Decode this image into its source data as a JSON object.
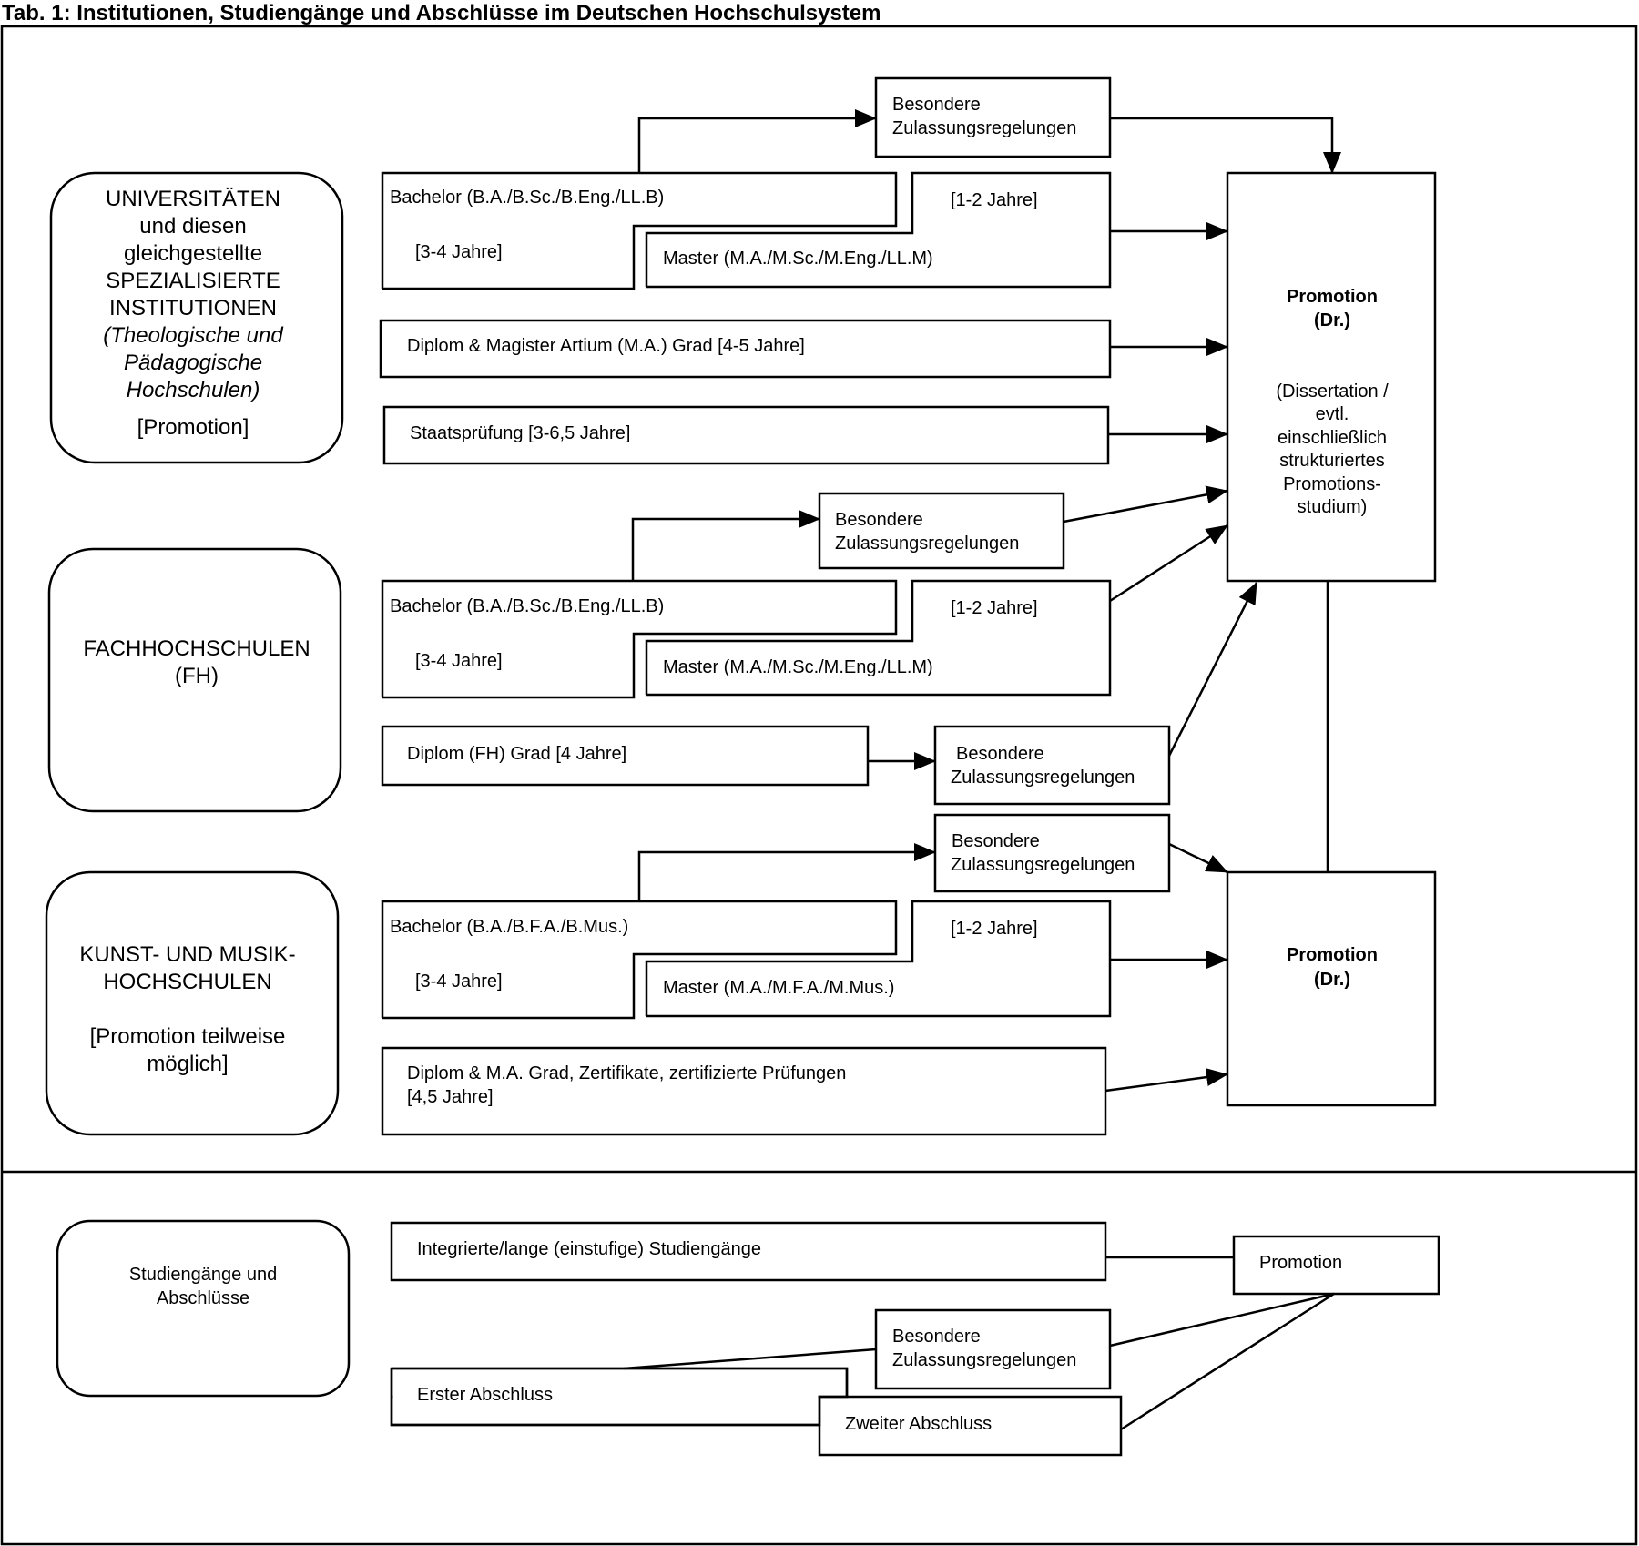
{
  "title": "Tab. 1: Institutionen, Studiengänge und Abschlüsse im Deutschen Hochschulsystem",
  "institutions": {
    "uni": {
      "line1": "UNIVERSITÄTEN",
      "line2": "und diesen",
      "line3": "gleichgestellte",
      "line4": "SPEZIALISIERTE",
      "line5": "INSTITUTIONEN",
      "line6": "(Theologische und",
      "line7": "Pädagogische",
      "line8": "Hochschulen)",
      "line9": "[Promotion]"
    },
    "fh": {
      "line1": "FACHHOCHSCHULEN",
      "line2": "(FH)"
    },
    "kunst": {
      "line1": "KUNST- UND MUSIK-",
      "line2": "HOCHSCHULEN",
      "line3": "[Promotion teilweise",
      "line4": "möglich]"
    },
    "legend": {
      "line1": "Studiengänge und",
      "line2": "Abschlüsse"
    }
  },
  "uni": {
    "bachelor": "Bachelor (B.A./B.Sc./B.Eng./LL.B)",
    "bachelor_years": "[3-4 Jahre]",
    "master_years": "[1-2 Jahre]",
    "master": "Master (M.A./M.Sc./M.Eng./LL.M)",
    "diplom": "Diplom & Magister Artium (M.A.) Grad [4-5 Jahre]",
    "staats": "Staatsprüfung [3-6,5 Jahre]",
    "special_line1": "Besondere",
    "special_line2": "Zulassungsregelungen"
  },
  "fh": {
    "bachelor": "Bachelor (B.A./B.Sc./B.Eng./LL.B)",
    "bachelor_years": "[3-4 Jahre]",
    "master_years": "[1-2 Jahre]",
    "master": "Master (M.A./M.Sc./M.Eng./LL.M)",
    "diplom": "Diplom (FH) Grad [4 Jahre]",
    "special_line1": "Besondere",
    "special_line2": "Zulassungsregelungen",
    "special2_line1": "Besondere",
    "special2_line2": "Zulassungsregelungen"
  },
  "kunst": {
    "bachelor": "Bachelor (B.A./B.F.A./B.Mus.)",
    "bachelor_years": "[3-4 Jahre]",
    "master_years": "[1-2 Jahre]",
    "master": "Master (M.A./M.F.A./M.Mus.)",
    "diplom_line1": "Diplom & M.A. Grad, Zertifikate, zertifizierte Prüfungen",
    "diplom_line2": "[4,5 Jahre]",
    "special_line1": "Besondere",
    "special_line2": "Zulassungsregelungen"
  },
  "promotion1": {
    "line1": "Promotion",
    "line2": "(Dr.)",
    "line3": "(Dissertation /",
    "line4": "evtl.",
    "line5": "einschließlich",
    "line6": "strukturiertes",
    "line7": "Promotions-",
    "line8": "studium)"
  },
  "promotion2": {
    "line1": "Promotion",
    "line2": "(Dr.)"
  },
  "legend": {
    "integrated": "Integrierte/lange (einstufige) Studiengänge",
    "promotion": "Promotion",
    "special_line1": "Besondere",
    "special_line2": "Zulassungsregelungen",
    "first": "Erster Abschluss",
    "second": "Zweiter Abschluss"
  }
}
